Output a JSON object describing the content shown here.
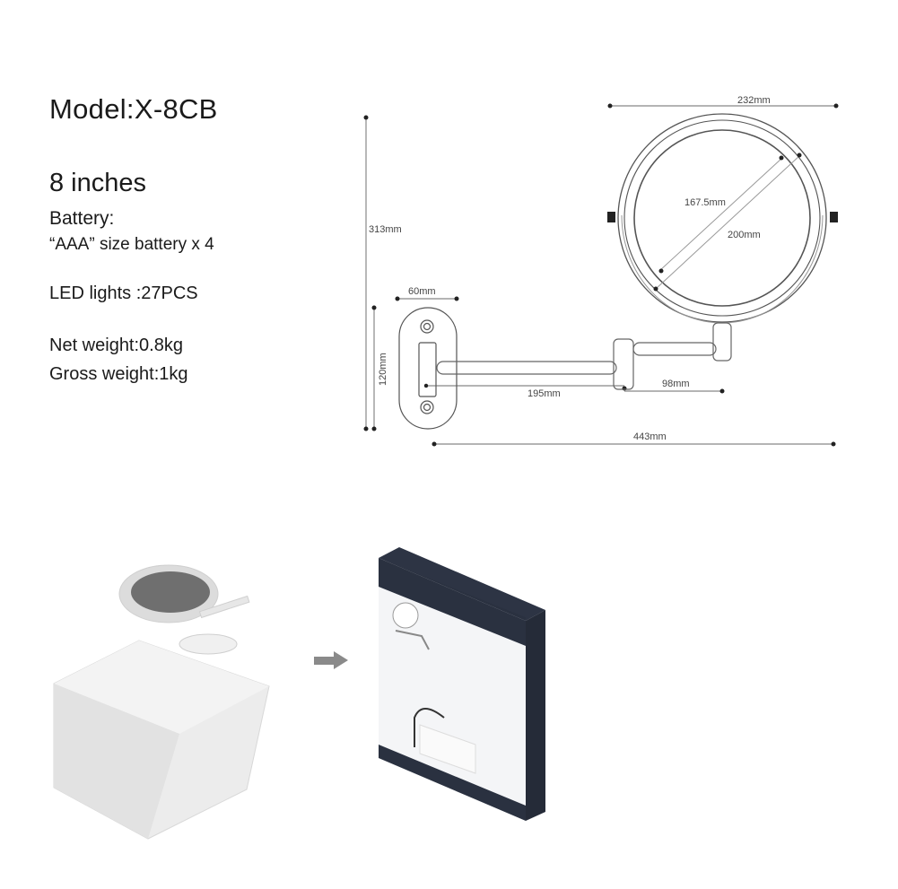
{
  "specs": {
    "model": "Model:X-8CB",
    "size": "8 inches",
    "battery_label": "Battery:",
    "battery_value": "“AAA” size battery x 4",
    "led": "LED lights :27PCS",
    "net_weight": "Net weight:0.8kg",
    "gross_weight": "Gross weight:1kg"
  },
  "drawing": {
    "width_overall": "232mm",
    "height_overall": "313mm",
    "mirror_diameter": "167.5mm",
    "frame_diameter": "200mm",
    "base_width": "60mm",
    "base_height": "120mm",
    "arm_length": "195mm",
    "second_arm": "98mm",
    "total_extension": "443mm"
  },
  "illustrations": {
    "left": "mirror-in-foam-packaging",
    "arrow": "arrow-right",
    "right": "product-gift-box"
  },
  "colors": {
    "box_dark": "#2a3140",
    "line": "#777777",
    "foam": "#e6e6e6"
  }
}
